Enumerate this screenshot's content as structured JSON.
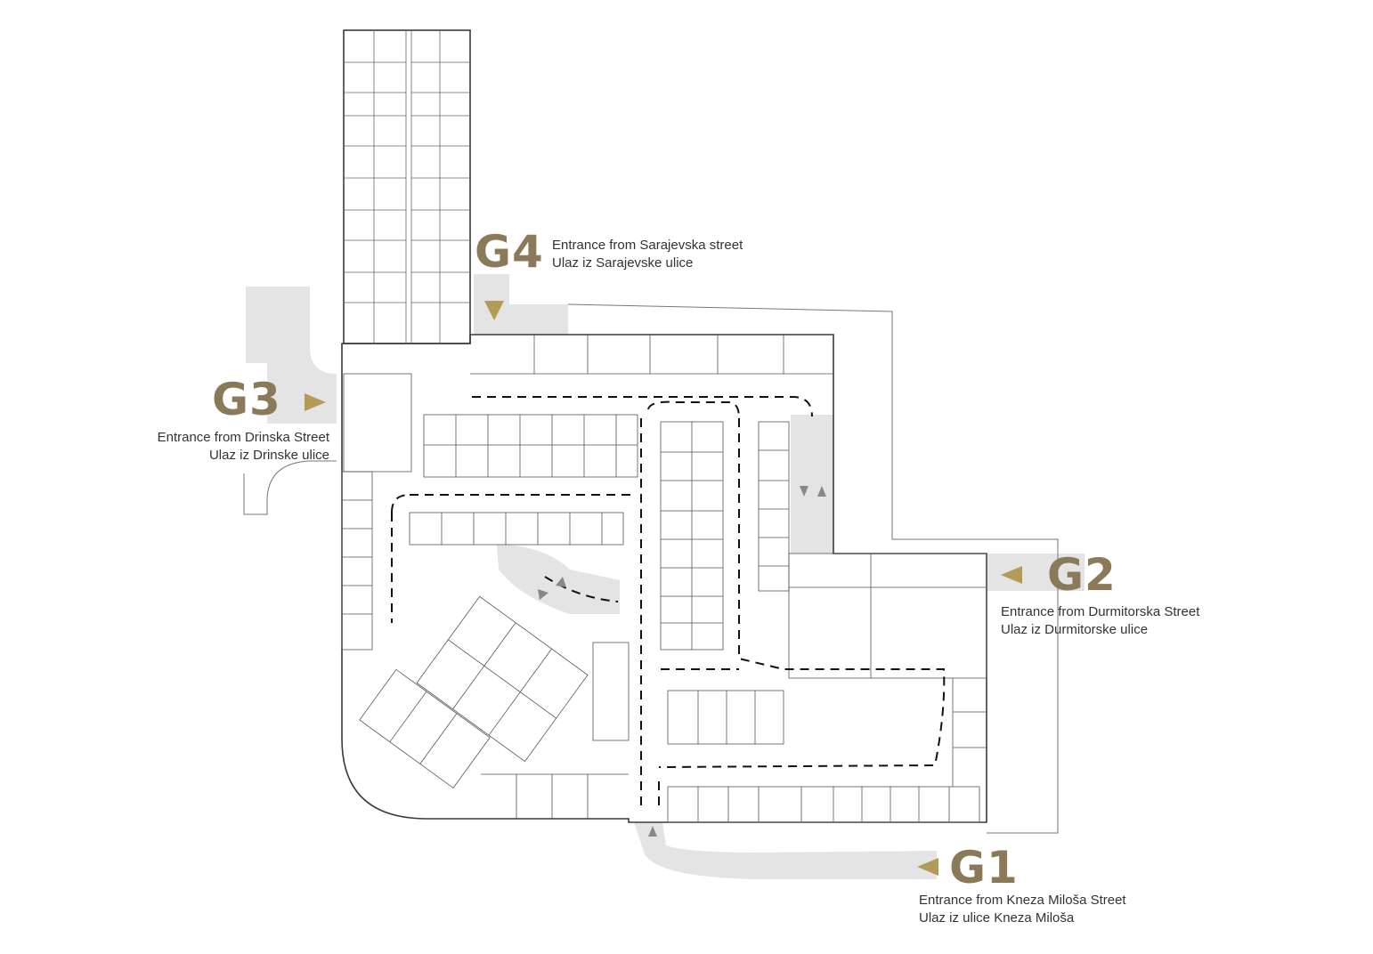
{
  "colors": {
    "accent": "#8a7a5a",
    "arrow": "#b39a57",
    "ramp": "#e2e2e2",
    "line": "#3a3a3a",
    "text": "#333333"
  },
  "gates": [
    {
      "code": "G4",
      "line1": "Entrance from Sarajevska street",
      "line2": "Ulaz iz Sarajevske ulice"
    },
    {
      "code": "G3",
      "line1": "Entrance from Drinska Street",
      "line2": "Ulaz iz Drinske ulice"
    },
    {
      "code": "G2",
      "line1": "Entrance from Durmitorska Street",
      "line2": "Ulaz iz Durmitorske ulice"
    },
    {
      "code": "G1",
      "line1": "Entrance from Kneza Miloša Street",
      "line2": "Ulaz iz ulice Kneza Miloša"
    }
  ]
}
